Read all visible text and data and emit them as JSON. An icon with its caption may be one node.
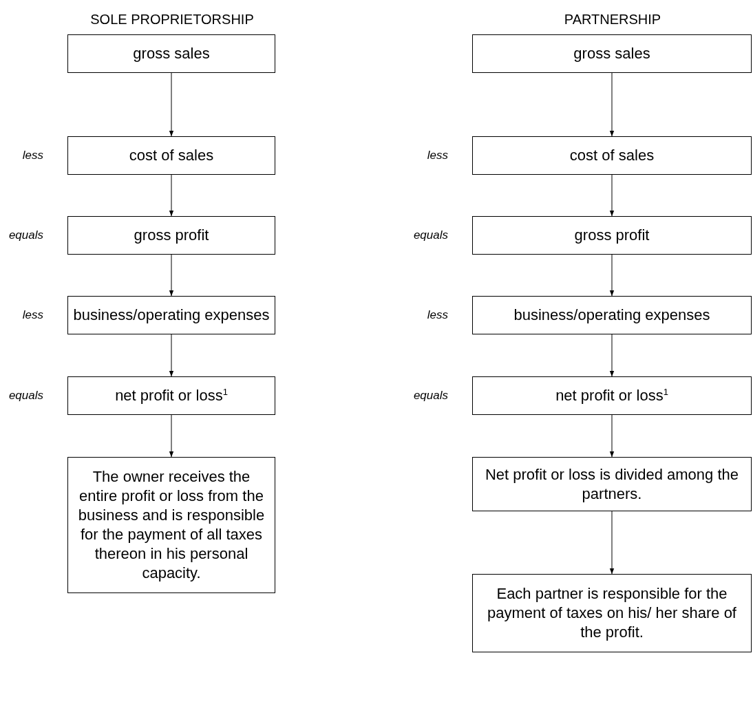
{
  "diagram": {
    "nodes": [
      {
        "text": [
          "gross sales"
        ]
      },
      {
        "text": [
          "cost of sales"
        ],
        "beside": [
          "less"
        ]
      },
      {
        "text": [
          "gross profit"
        ],
        "beside": [
          "equals"
        ]
      },
      {
        "text": [
          "business/operating expenses"
        ],
        "beside": [
          "less"
        ]
      },
      {
        "text": [
          "net profit or loss$^{1}$"
        ],
        "beside": [
          "equals"
        ]
      },
      {
        "text": [
          "The owner receives the entire profit or loss from the business and is responsible for the payment of all taxes thereon in his personal capacity."
        ]
      },
      {
        "text": [
          "gross sales"
        ]
      },
      {
        "text": [
          "cost of sales"
        ],
        "beside": [
          "less"
        ]
      },
      {
        "text": [
          "gross profit"
        ],
        "beside": [
          "equals"
        ]
      },
      {
        "text": [
          "business/operating expenses"
        ],
        "beside": [
          "less"
        ]
      },
      {
        "text": [
          "net profit or loss$^{1}$"
        ],
        "beside": [
          "equals"
        ]
      },
      {
        "text": [
          "Net profit or loss is divided among the partners."
        ]
      },
      {
        "text": [
          "Each partner is responsible for the payment of taxes on his/ her share of the profit."
        ]
      }
    ],
    "edges": [
      {
        "from": 0,
        "to": 1,
        "arrow": "to"
      },
      {
        "from": 1,
        "to": 2,
        "arrow": "to"
      },
      {
        "from": 2,
        "to": 3,
        "arrow": "to"
      },
      {
        "from": 3,
        "to": 4,
        "arrow": "to"
      },
      {
        "from": 4,
        "to": 5,
        "arrow": "to"
      },
      {
        "from": 6,
        "to": 7,
        "arrow": "to"
      },
      {
        "from": 7,
        "to": 8,
        "arrow": "to"
      },
      {
        "from": 8,
        "to": 9,
        "arrow": "to"
      },
      {
        "from": 9,
        "to": 10,
        "arrow": "to"
      },
      {
        "from": 10,
        "to": 11,
        "arrow": "to"
      },
      {
        "from": 11,
        "to": 12,
        "arrow": "to"
      }
    ],
    "labels": [
      "SOLE PROPRIETORSHIP",
      "PARTNERSHIP"
    ]
  }
}
